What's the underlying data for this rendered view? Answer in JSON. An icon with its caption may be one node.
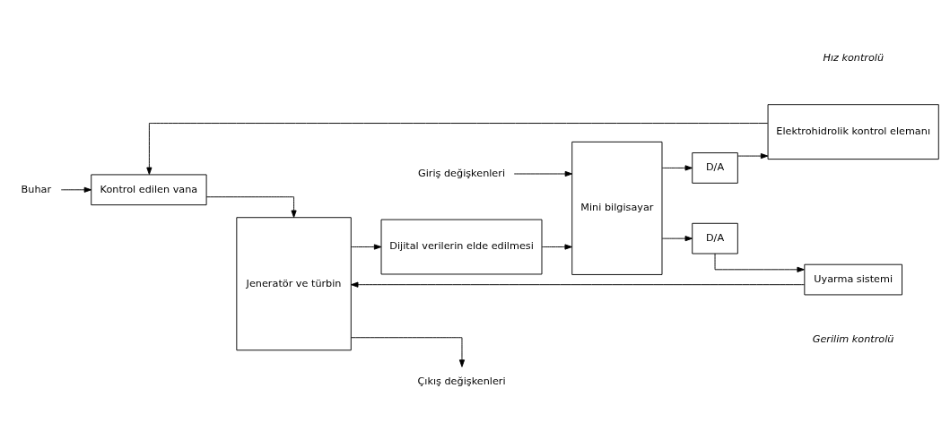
{
  "diagram": {
    "nodes": [
      {
        "text": [
          "Buhar"
        ]
      },
      {
        "text": [
          "Giriş değişkenleri"
        ]
      },
      {
        "text": [
          "Mini bilgisayar"
        ]
      },
      {
        "text": [
          "D/A"
        ]
      },
      {
        "text": [
          "Elektrohidrolik kontrol elemanı"
        ]
      },
      {
        "text": [
          "Kontrol edilen vana"
        ]
      },
      {
        "text": [
          "Jeneratör ve türbin"
        ]
      },
      {
        "text": [
          "Çıkış değişkenleri"
        ]
      },
      {
        "text": [
          "D/A"
        ]
      },
      {
        "text": [
          "Uyarma sistemi"
        ]
      },
      {
        "text": [
          "Dijital verilerin elde edilmesi"
        ]
      }
    ],
    "edges": [
      {
        "from": 1,
        "to": 2,
        "arrow": "to"
      },
      {
        "from": 2,
        "to": 3,
        "arrow": "to"
      },
      {
        "from": 3,
        "to": 4,
        "arrow": "to"
      },
      {
        "from": 4,
        "to": 5,
        "arrow": "to"
      },
      {
        "from": 0,
        "to": 5,
        "arrow": "to"
      },
      {
        "from": 5,
        "to": 6,
        "arrow": "to"
      },
      {
        "from": 2,
        "to": 8,
        "arrow": "to"
      },
      {
        "from": 8,
        "to": 9,
        "arrow": "to"
      },
      {
        "from": 9,
        "to": 6,
        "arrow": "to"
      },
      {
        "from": 6,
        "to": 7,
        "arrow": "to"
      },
      {
        "from": 6,
        "to": 10,
        "arrow": "to"
      },
      {
        "from": 10,
        "to": 2,
        "arrow": "to"
      }
    ],
    "labels": [
      "Hız kontrolü",
      "Gerilim kontrolü"
    ]
  }
}
